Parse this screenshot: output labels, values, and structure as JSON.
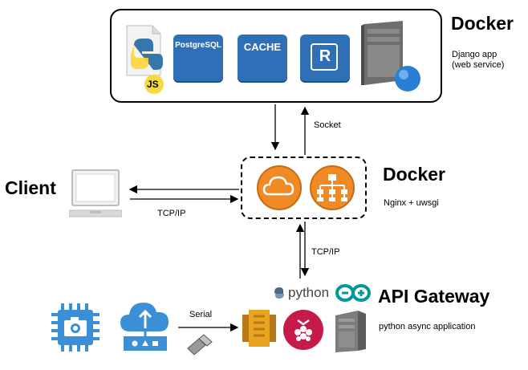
{
  "top": {
    "title": "Docker",
    "subtitle_line1": "Django app",
    "subtitle_line2": "(web service)",
    "services": [
      {
        "name": "python-js-icon",
        "label": "JS"
      },
      {
        "name": "postgresql-icon",
        "label": "PostgreSQL"
      },
      {
        "name": "cache-icon",
        "label": "CACHE"
      },
      {
        "name": "r-icon",
        "label": "R"
      },
      {
        "name": "server-icon"
      }
    ]
  },
  "middle": {
    "title": "Docker",
    "subtitle": "Nginx + uwsgi",
    "socket_label": "Socket",
    "tcp_client_label": "TCP/IP",
    "tcp_gateway_label": "TCP/IP"
  },
  "client": {
    "label": "Client"
  },
  "gateway": {
    "title": "API Gateway",
    "python_label": "python",
    "subtitle": "python async application",
    "serial_label": "Serial"
  },
  "colors": {
    "service_blue": "#2f6fb7",
    "nginx_orange": "#f08a25",
    "device_blue": "#3b8fd6",
    "raspberry_red": "#c51a4a",
    "arduino_teal": "#00979d",
    "aws_gold": "#e8a321"
  }
}
